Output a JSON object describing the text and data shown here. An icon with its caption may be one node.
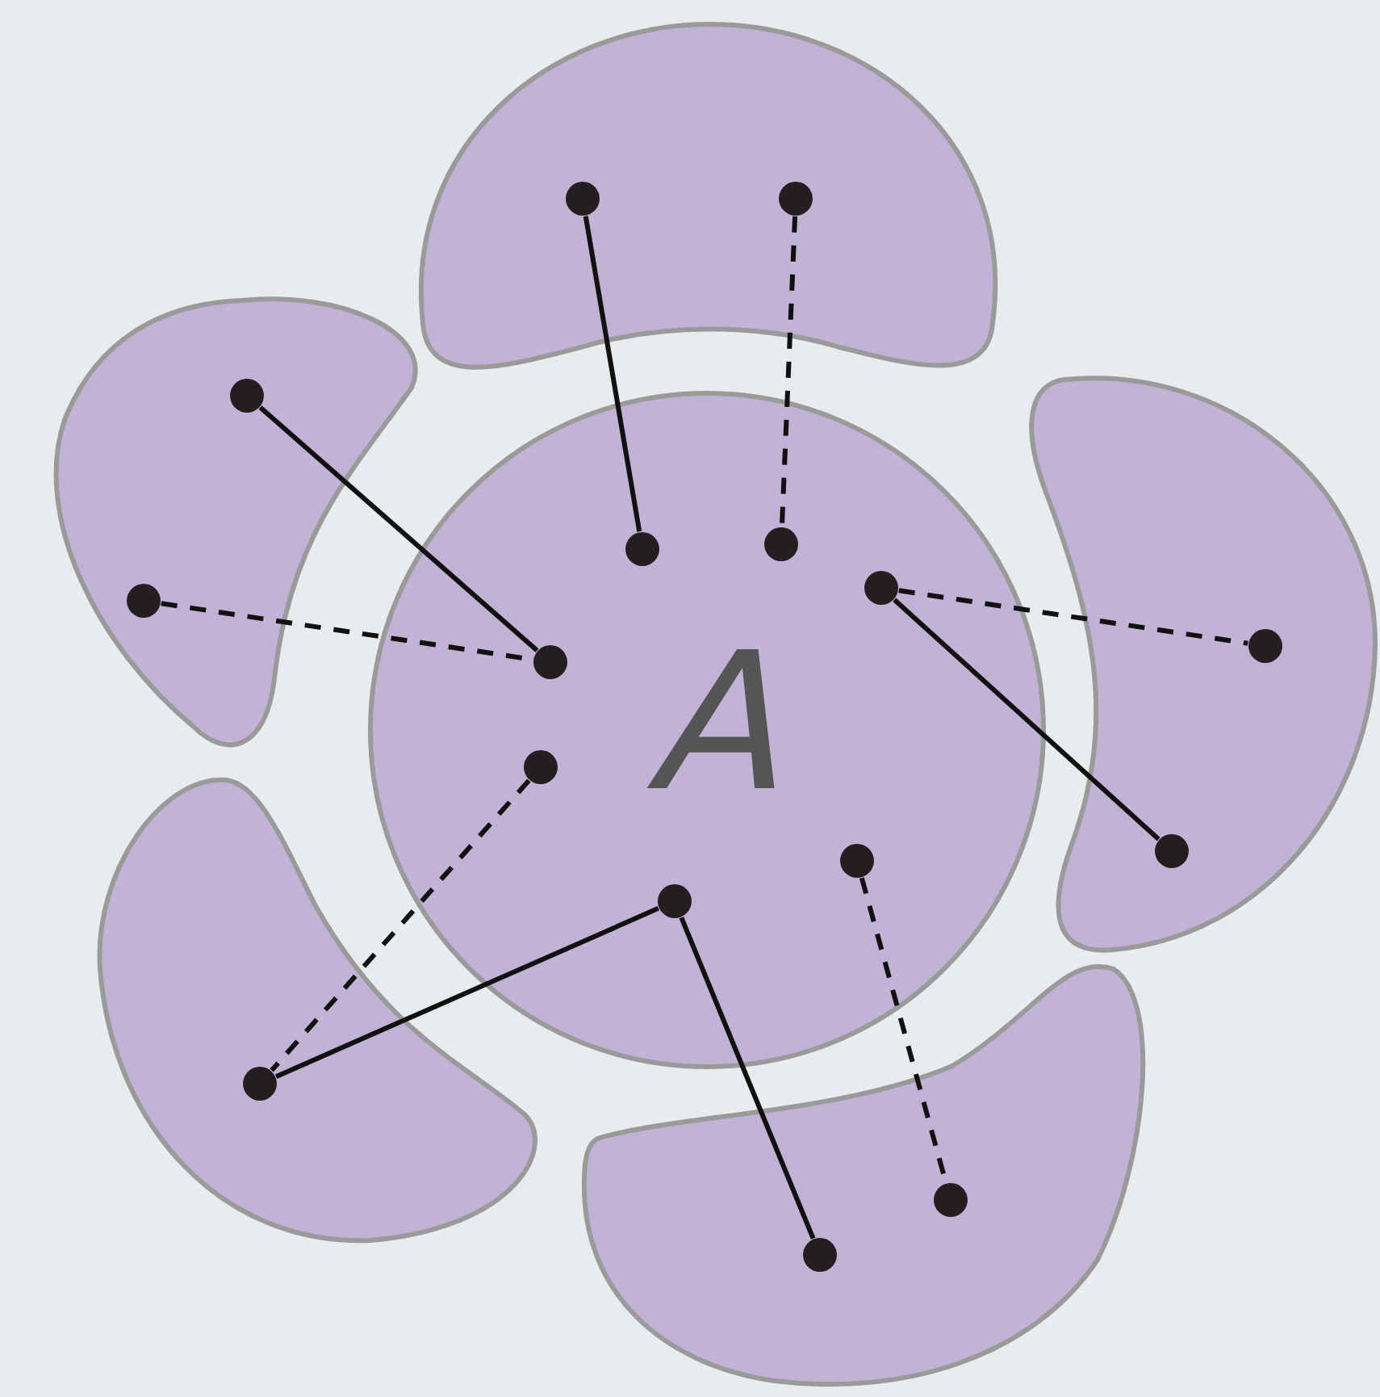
{
  "diagram": {
    "nodes": [
      {
        "text": [],
        "shape": "crescent"
      },
      {
        "text": [],
        "shape": "crescent"
      },
      {
        "text": [
          "A"
        ]
      },
      {
        "text": [],
        "shape": "crescent"
      },
      {
        "text": [],
        "shape": "crescent"
      },
      {
        "text": [],
        "shape": "crescent"
      },
      {
        "text": [],
        "shape": "circle",
        "in": 0
      },
      {
        "text": [],
        "shape": "circle",
        "in": 0
      },
      {
        "text": [],
        "shape": "circle",
        "in": 1
      },
      {
        "text": [],
        "shape": "circle",
        "in": 1
      },
      {
        "text": [],
        "shape": "circle",
        "in": 2
      },
      {
        "text": [],
        "shape": "circle",
        "in": 2
      },
      {
        "text": [],
        "shape": "circle",
        "in": 2
      },
      {
        "text": [],
        "shape": "circle",
        "in": 2
      },
      {
        "text": [],
        "shape": "circle",
        "in": 2
      },
      {
        "text": [],
        "shape": "circle",
        "in": 2
      },
      {
        "text": [],
        "shape": "circle",
        "in": 2
      },
      {
        "text": [],
        "shape": "circle",
        "in": 3
      },
      {
        "text": [],
        "shape": "circle",
        "in": 3
      },
      {
        "text": [],
        "shape": "circle",
        "in": 4
      },
      {
        "text": [],
        "shape": "circle",
        "in": 5
      },
      {
        "text": [],
        "shape": "circle",
        "in": 5
      }
    ],
    "edges": [
      {
        "from": 6,
        "to": 10,
        "arrow": "none"
      },
      {
        "from": 7,
        "to": 11,
        "arrow": "none",
        "style": "dashed"
      },
      {
        "from": 8,
        "to": 13,
        "arrow": "none"
      },
      {
        "from": 9,
        "to": 13,
        "arrow": "none",
        "style": "dashed"
      },
      {
        "from": 12,
        "to": 17,
        "arrow": "none",
        "style": "dashed"
      },
      {
        "from": 12,
        "to": 18,
        "arrow": "none"
      },
      {
        "from": 14,
        "to": 19,
        "arrow": "none",
        "style": "dashed"
      },
      {
        "from": 16,
        "to": 19,
        "arrow": "none"
      },
      {
        "from": 16,
        "to": 20,
        "arrow": "none"
      },
      {
        "from": 15,
        "to": 21,
        "arrow": "none",
        "style": "dashed"
      }
    ]
  }
}
